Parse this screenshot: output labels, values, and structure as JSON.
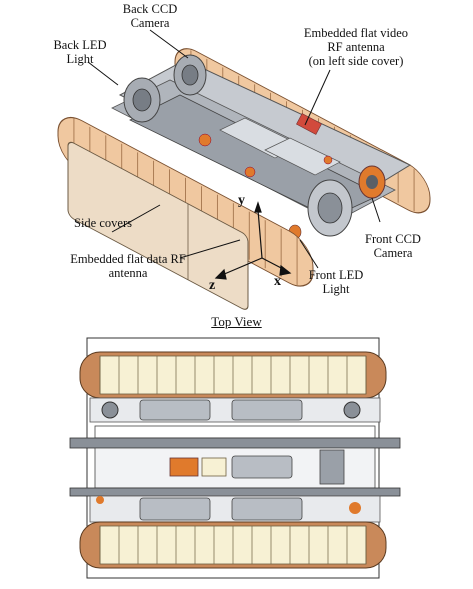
{
  "labels": {
    "back_ccd": [
      "Back CCD",
      "Camera"
    ],
    "back_led": [
      "Back LED",
      "Light"
    ],
    "video_antenna": [
      "Embedded flat video",
      "RF antenna",
      "(on left side cover)"
    ],
    "side_covers": [
      "Side covers"
    ],
    "data_antenna": [
      "Embedded flat data RF",
      "antenna"
    ],
    "front_ccd": [
      "Front CCD",
      "Camera"
    ],
    "front_led": [
      "Front LED",
      "Light"
    ]
  },
  "axes": {
    "x": "x",
    "y": "y",
    "z": "z"
  },
  "top_view_title": "Top View",
  "colors": {
    "track": "#f0c8a0",
    "track_dark": "#c9895a",
    "plate": "#d2d6dc",
    "plate_dark": "#8a9098",
    "cover": "#eddcc6",
    "pale": "#f7f1d4",
    "steel": "#b8bdc4",
    "accent": "#e07a2c"
  }
}
